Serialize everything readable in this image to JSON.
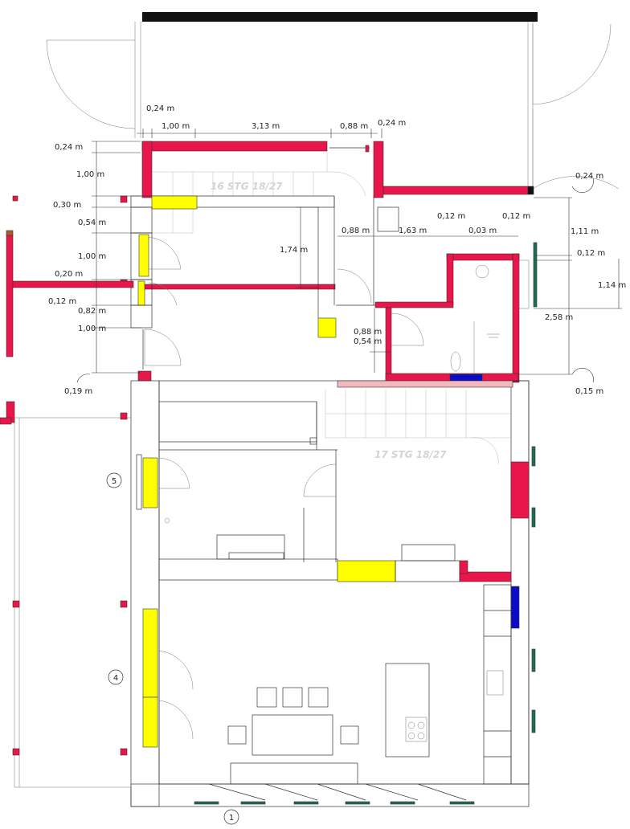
{
  "colors": {
    "wall_new": "#e8164a",
    "wall_demolish": "#ffff00",
    "wall_blue": "#0a0ac8",
    "window_green": "#1e6e52",
    "roof_black": "#111111",
    "line": "#333333",
    "wall_light": "#f3b8bd"
  },
  "stairs": {
    "upper": "16 STG 18/27",
    "lower": "17 STG 18/27"
  },
  "axes": {
    "a1": "1",
    "a4": "4",
    "a5": "5"
  },
  "dims": {
    "top_024_a": "0,24 m",
    "top_100": "1,00 m",
    "top_313": "3,13 m",
    "top_088": "0,88 m",
    "top_024_b": "0,24 m",
    "left_024": "0,24 m",
    "left_100_a": "1,00 m",
    "left_030": "0,30 m",
    "left_054": "0,54 m",
    "left_100_b": "1,00 m",
    "left_020": "0,20 m",
    "left_012": "0,12 m",
    "left_082": "0,82 m",
    "left_100_c": "1,00 m",
    "left_019": "0,19 m",
    "mid_174": "1,74 m",
    "mid_088": "0,88 m",
    "mid_163": "1,63 m",
    "mid_012": "0,12 m",
    "mid_003": "0,03 m",
    "mid_088_b": "0,88 m",
    "mid_054": "0,54 m",
    "right_024": "0,24 m",
    "right_012_a": "0,12 m",
    "right_111": "1,11 m",
    "right_012_b": "0,12 m",
    "right_114": "1,14 m",
    "right_258": "2,58 m",
    "right_015": "0,15 m"
  }
}
